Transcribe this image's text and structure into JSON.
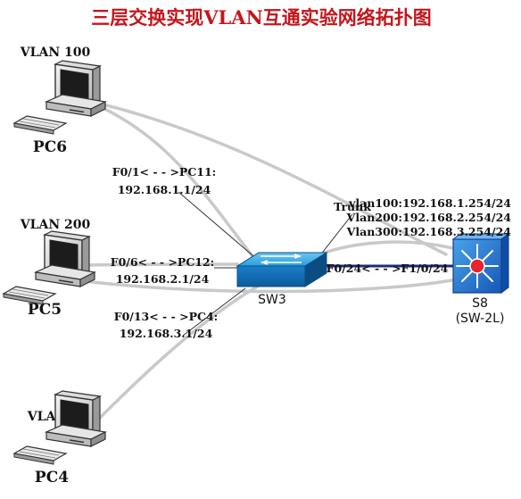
{
  "title": "三层交换实现VLAN互通实验网络拓扑图",
  "pcs": {
    "pc6": {
      "name": "PC6",
      "vlan": "VLAN 100"
    },
    "pc5": {
      "name": "PC5",
      "vlan": "VLAN 200"
    },
    "pc4": {
      "name": "PC4",
      "vlan": "VLAN 300"
    }
  },
  "links": {
    "pc6": {
      "port": "F0/1< - - >PC11:",
      "ip": "192.168.1.1/24"
    },
    "pc5": {
      "port": "F0/6< - - >PC12:",
      "ip": "192.168.2.1/24"
    },
    "pc4": {
      "port": "F0/13< - - >PC4:",
      "ip": "192.168.3.1/24"
    },
    "trunk": {
      "label": "Trunk",
      "ports": "F0/24< - - >F1/0/24"
    }
  },
  "sw3": {
    "name": "SW3"
  },
  "s8": {
    "name": "S8",
    "subtitle": "(SW-2L)",
    "svis": [
      "vlan100:192.168.1.254/24",
      "Vlan200:192.168.2.254/24",
      "Vlan300:192.168.3.254/24"
    ]
  },
  "colors": {
    "title": "#c4161c",
    "switch": "#1b8fd6",
    "router": "#1d66c4",
    "cable": "#c9c9c9",
    "trunk": "#1f2a7a"
  }
}
